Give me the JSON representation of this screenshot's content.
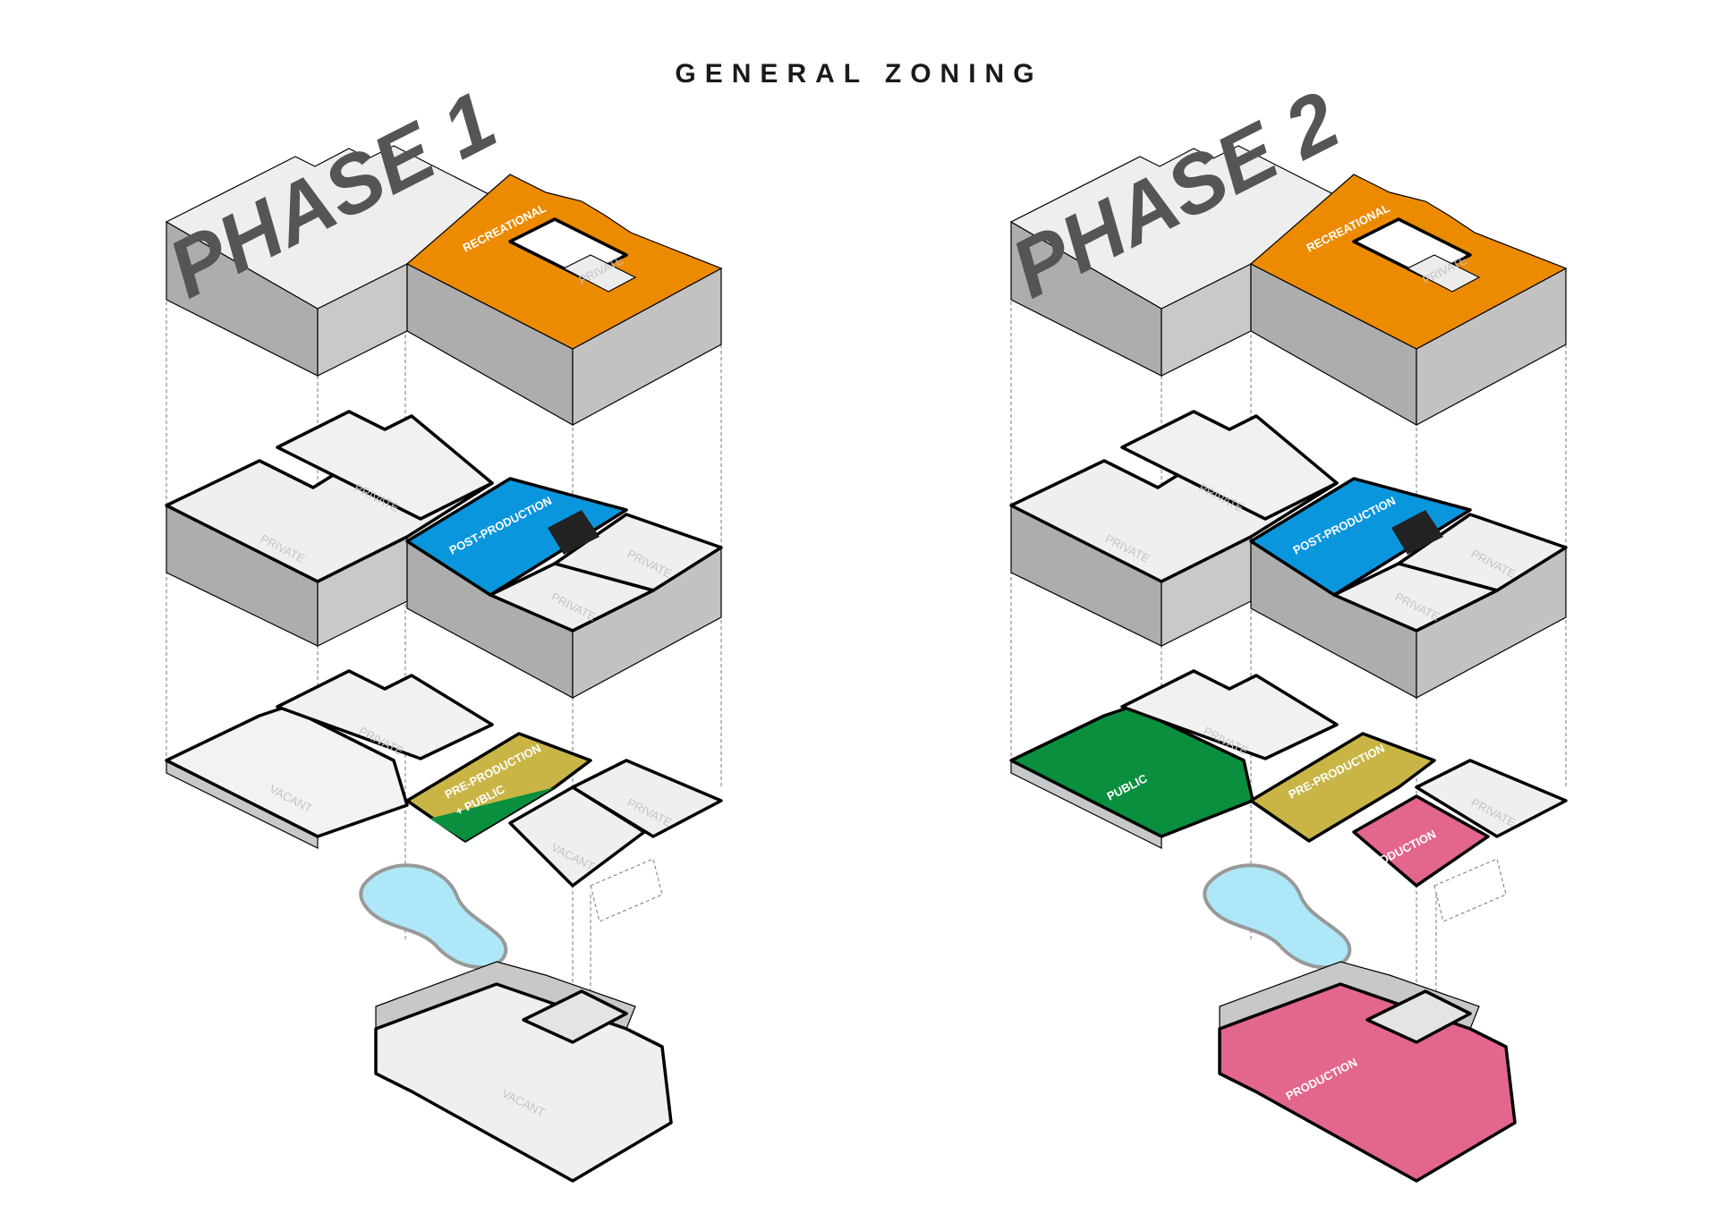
{
  "title": "GENERAL ZONING",
  "phase1": {
    "heading": "PHASE 1",
    "roof": {
      "zone": "RECREATIONAL",
      "private": "PRIVATE"
    },
    "upper": {
      "zone": "POST-PRODUCTION",
      "private_a": "PRIVATE",
      "private_b": "PRIVATE",
      "private_c": "PRIVATE",
      "private_d": "PRIVATE"
    },
    "ground": {
      "zone_line1": "PRE-PRODUCTION",
      "zone_line2": "+ PUBLIC",
      "private_a": "PRIVATE",
      "private_b": "PRIVATE",
      "vacant_a": "VACANT",
      "vacant_b": "VACANT"
    },
    "basement": {
      "zone": "VACANT"
    }
  },
  "phase2": {
    "heading": "PHASE 2",
    "roof": {
      "zone": "RECREATIONAL",
      "private": "PRIVATE"
    },
    "upper": {
      "zone": "POST-PRODUCTION",
      "private_a": "PRIVATE",
      "private_b": "PRIVATE",
      "private_c": "PRIVATE",
      "private_d": "PRIVATE"
    },
    "ground": {
      "zone": "PRE-PRODUCTION",
      "public": "PUBLIC",
      "production": "PRODUCTION",
      "private_a": "PRIVATE",
      "private_b": "PRIVATE"
    },
    "basement": {
      "zone": "PRODUCTION"
    }
  },
  "colors": {
    "recreational": "#ec8a00",
    "post_production": "#0a96dc",
    "pre_production": "#c9b546",
    "public": "#0a8f3f",
    "production": "#e3668c",
    "pool": "#aee8f8",
    "wall_side": "#adadad",
    "floor": "#efefef",
    "roof_top": "#eeeeee"
  }
}
